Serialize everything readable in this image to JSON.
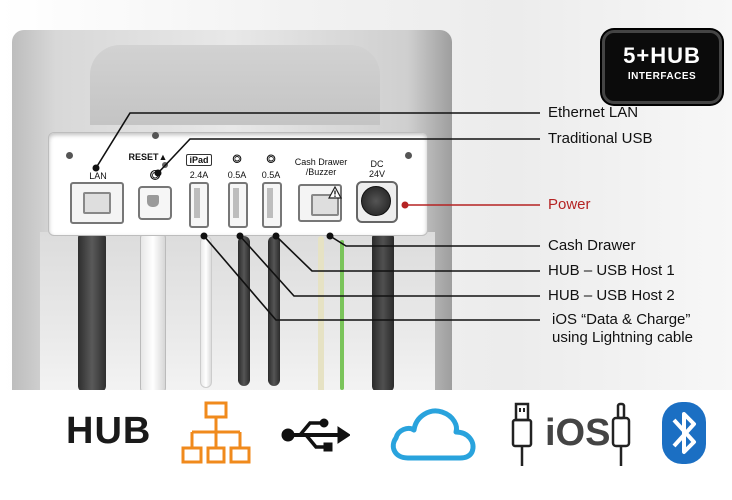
{
  "badge": {
    "main": "5+HUB",
    "sub": "INTERFACES"
  },
  "panel": {
    "reset_label": "RESET▲",
    "ports": [
      {
        "id": "lan",
        "label": "LAN"
      },
      {
        "id": "usb-b",
        "label": "⭗"
      },
      {
        "id": "ipad",
        "label_top": "iPad",
        "label": "2.4A"
      },
      {
        "id": "usb-a1",
        "label_top": "⭗",
        "label": "0.5A"
      },
      {
        "id": "usb-a2",
        "label_top": "⭗",
        "label": "0.5A"
      },
      {
        "id": "cash-drawer",
        "label_top": "Cash Drawer",
        "label": "/Buzzer"
      },
      {
        "id": "dc",
        "label_top": "DC",
        "label": "24V"
      }
    ]
  },
  "callouts": {
    "ethernet": "Ethernet LAN",
    "traditional_usb": "Traditional USB",
    "power": "Power",
    "cash_drawer": "Cash Drawer",
    "hub_host1": "HUB – USB Host 1",
    "hub_host2": "HUB – USB Host 2",
    "ios_line1": "iOS “Data & Charge”",
    "ios_line2": "using Lightning cable"
  },
  "icons": {
    "hub_text": "HUB",
    "ios_text": "iOS",
    "items": [
      "hub-text-icon",
      "network-icon",
      "usb-icon",
      "cloud-icon",
      "ios-lightning-icon",
      "bluetooth-icon"
    ]
  },
  "colors": {
    "power_label": "#b52323",
    "network_icon": "#f08a1c",
    "cloud_icon": "#29a3dd",
    "bluetooth_icon": "#1b6fc3"
  }
}
